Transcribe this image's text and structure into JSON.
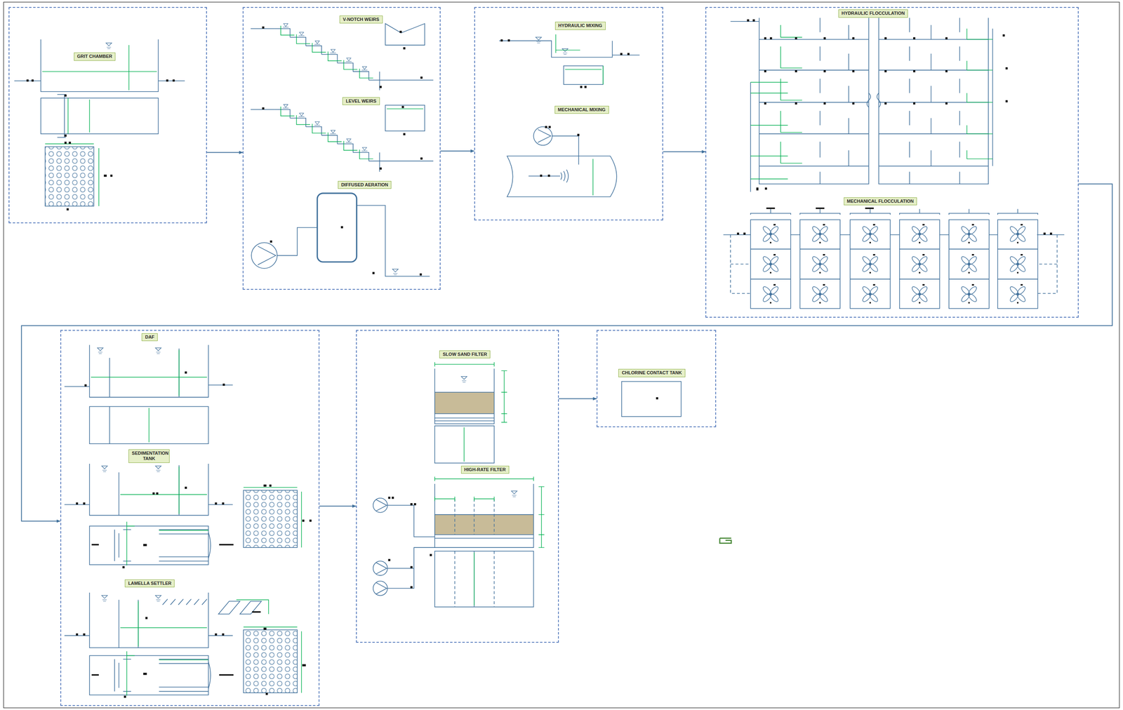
{
  "diagram": {
    "nodes": [
      {
        "text": [
          "GRIT CHAMBER"
        ]
      },
      {
        "text": [
          "V-NOTCH WEIRS",
          "LEVEL WEIRS",
          "DIFFUSED AERATION"
        ]
      },
      {
        "text": [
          "HYDRAULIC MIXING",
          "MECHANICAL MIXING"
        ]
      },
      {
        "text": [
          "HYDRAULIC FLOCCULATION",
          "MECHANICAL FLOCCULATION"
        ]
      },
      {
        "text": [
          "DAF",
          "SEDIMENTATION TANK",
          "LAMELLA SETTLER"
        ]
      },
      {
        "text": [
          "SLOW SAND FILTER",
          "HIGH-RATE FILTER"
        ]
      },
      {
        "text": [
          "CHLORINE CONTACT TANK"
        ]
      }
    ],
    "edges": [
      {
        "from": 0,
        "to": 1,
        "arrow": "to"
      },
      {
        "from": 1,
        "to": 2,
        "arrow": "to"
      },
      {
        "from": 2,
        "to": 3,
        "arrow": "to"
      },
      {
        "from": 3,
        "to": 4,
        "arrow": "to"
      },
      {
        "from": 4,
        "to": 5,
        "arrow": "to"
      },
      {
        "from": 5,
        "to": 6,
        "arrow": "to"
      }
    ]
  }
}
